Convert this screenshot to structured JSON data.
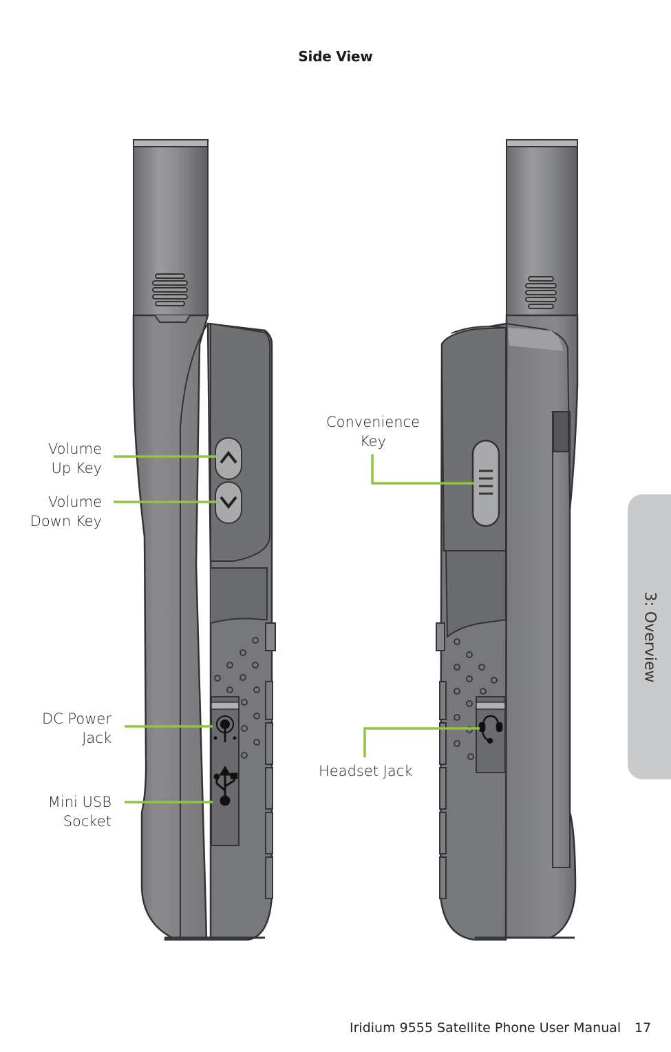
{
  "page": {
    "title": "Side View",
    "section_tab": "3: Overview",
    "footer": "Iridium 9555 Satellite Phone User Manual",
    "page_number": "17"
  },
  "labels": {
    "volume_up": [
      "Volume",
      "Up Key"
    ],
    "volume_down": [
      "Volume",
      "Down Key"
    ],
    "dc_power": [
      "DC Power",
      "Jack"
    ],
    "mini_usb": [
      "Mini USB",
      "Socket"
    ],
    "convenience": [
      "Convenience",
      "Key"
    ],
    "headset": [
      "Headset Jack"
    ]
  },
  "colors": {
    "leader_line": "#8dc63f",
    "phone_body": "#7c7d80",
    "phone_dark": "#505155",
    "tab": "#c9cacc"
  }
}
